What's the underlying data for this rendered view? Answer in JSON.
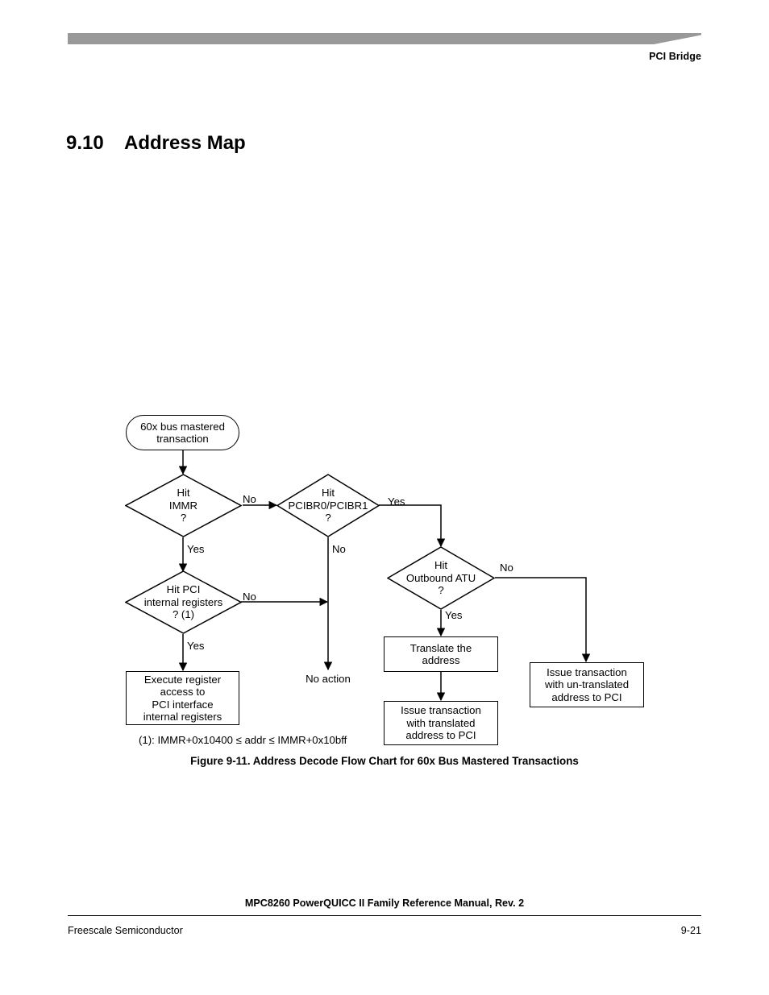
{
  "header": {
    "title": "PCI Bridge",
    "bar_color": "#999999"
  },
  "section": {
    "number": "9.10",
    "title": "Address Map"
  },
  "figure": {
    "caption": "Figure 9-11. Address Decode Flow Chart for 60x Bus Mastered Transactions",
    "footnote": "(1): IMMR+0x10400 ≤ addr ≤ IMMR+0x10bff"
  },
  "chart_data": {
    "type": "diagram",
    "title": "Address Decode Flow Chart for 60x Bus Mastered Transactions",
    "nodes": [
      {
        "id": "start",
        "shape": "terminal",
        "label": "60x bus mastered\ntransaction"
      },
      {
        "id": "hit_immr",
        "shape": "decision",
        "label": "Hit\nIMMR\n?"
      },
      {
        "id": "hit_pcibr",
        "shape": "decision",
        "label": "Hit\nPCIBR0/PCIBR1\n?"
      },
      {
        "id": "hit_pci_regs",
        "shape": "decision",
        "label": "Hit PCI\ninternal registers\n? (1)"
      },
      {
        "id": "hit_atu",
        "shape": "decision",
        "label": "Hit\nOutbound ATU\n?"
      },
      {
        "id": "exec_reg",
        "shape": "process",
        "label": "Execute register\naccess to\nPCI interface\ninternal registers"
      },
      {
        "id": "no_action",
        "shape": "text",
        "label": "No action"
      },
      {
        "id": "translate",
        "shape": "process",
        "label": "Translate the\naddress"
      },
      {
        "id": "issue_trans",
        "shape": "process",
        "label": "Issue transaction\nwith translated\naddress to PCI"
      },
      {
        "id": "issue_untrans",
        "shape": "process",
        "label": "Issue transaction\nwith un-translated\naddress to PCI"
      }
    ],
    "edges": [
      {
        "from": "start",
        "to": "hit_immr",
        "label": ""
      },
      {
        "from": "hit_immr",
        "to": "hit_pcibr",
        "label": "No"
      },
      {
        "from": "hit_immr",
        "to": "hit_pci_regs",
        "label": "Yes"
      },
      {
        "from": "hit_pcibr",
        "to": "hit_atu",
        "label": "Yes"
      },
      {
        "from": "hit_pcibr",
        "to": "no_action",
        "label": "No"
      },
      {
        "from": "hit_pci_regs",
        "to": "exec_reg",
        "label": "Yes"
      },
      {
        "from": "hit_pci_regs",
        "to": "no_action",
        "label": "No"
      },
      {
        "from": "hit_atu",
        "to": "translate",
        "label": "Yes"
      },
      {
        "from": "hit_atu",
        "to": "issue_untrans",
        "label": "No"
      },
      {
        "from": "translate",
        "to": "issue_trans",
        "label": ""
      }
    ]
  },
  "nodes": {
    "start_l1": "60x bus mastered",
    "start_l2": "transaction",
    "hit_immr_l1": "Hit",
    "hit_immr_l2": "IMMR",
    "hit_immr_l3": "?",
    "hit_pcibr_l1": "Hit",
    "hit_pcibr_l2": "PCIBR0/PCIBR1",
    "hit_pcibr_l3": "?",
    "hit_pci_regs_l1": "Hit PCI",
    "hit_pci_regs_l2": "internal registers",
    "hit_pci_regs_l3": "? (1)",
    "hit_atu_l1": "Hit",
    "hit_atu_l2": "Outbound ATU",
    "hit_atu_l3": "?",
    "exec_reg_l1": "Execute register",
    "exec_reg_l2": "access to",
    "exec_reg_l3": "PCI interface",
    "exec_reg_l4": "internal registers",
    "no_action": "No action",
    "translate_l1": "Translate the",
    "translate_l2": "address",
    "issue_trans_l1": "Issue transaction",
    "issue_trans_l2": "with translated",
    "issue_trans_l3": "address to PCI",
    "issue_untrans_l1": "Issue transaction",
    "issue_untrans_l2": "with un-translated",
    "issue_untrans_l3": "address to PCI"
  },
  "edge_labels": {
    "immr_no": "No",
    "immr_yes": "Yes",
    "pcibr_yes": "Yes",
    "pcibr_no": "No",
    "pci_regs_no": "No",
    "pci_regs_yes": "Yes",
    "atu_no": "No",
    "atu_yes": "Yes"
  },
  "footer": {
    "manual": "MPC8260 PowerQUICC II Family Reference Manual, Rev. 2",
    "company": "Freescale Semiconductor",
    "page": "9-21"
  }
}
